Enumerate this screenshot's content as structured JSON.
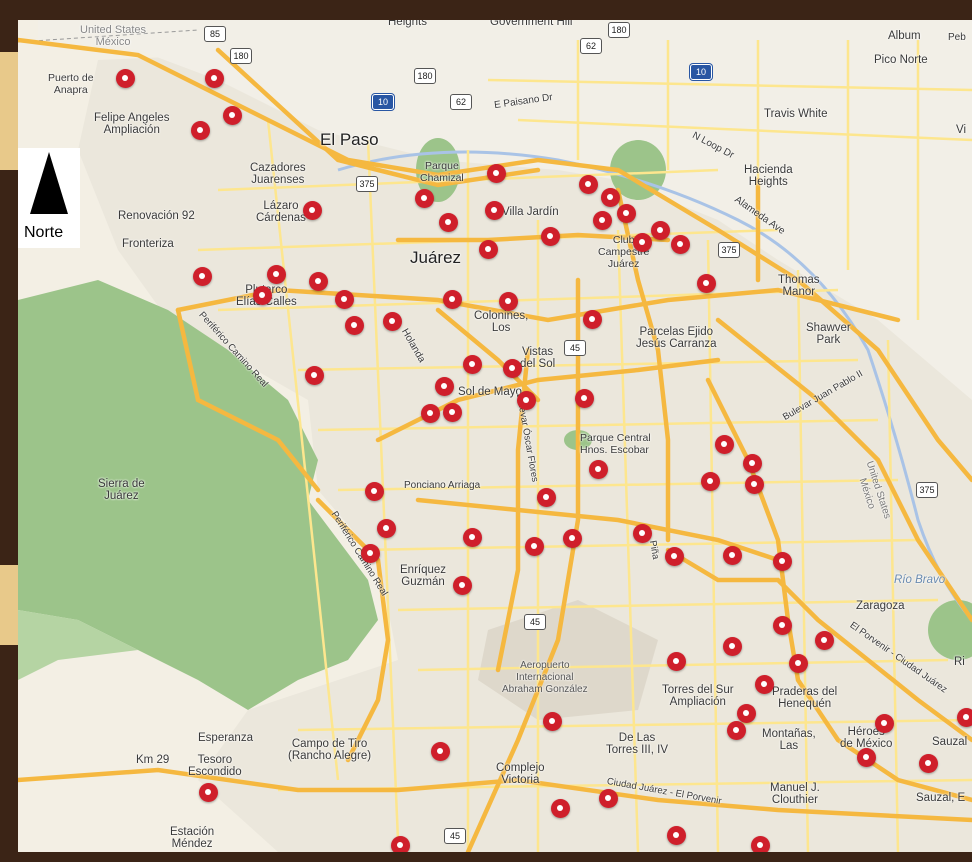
{
  "north": {
    "label": "Norte"
  },
  "colors": {
    "marker": "#cf1f2b",
    "park": "#9cc48a",
    "major_road": "#f5b840",
    "minor_road": "#fde68e",
    "frame": "#3b2416"
  },
  "places": [
    {
      "id": "usa-mex-nw",
      "text": "United States\nMéxico",
      "cls": "lbl ctr"
    },
    {
      "id": "heights",
      "text": "Heights",
      "cls": "lbl"
    },
    {
      "id": "govhill",
      "text": "Government Hill",
      "cls": "lbl"
    },
    {
      "id": "album",
      "text": "Album",
      "cls": "lbl"
    },
    {
      "id": "picon",
      "text": "Pico Norte",
      "cls": "lbl"
    },
    {
      "id": "pueanapra",
      "text": "Puerto de\nAnapra",
      "cls": "lbl ctr"
    },
    {
      "id": "felipe",
      "text": "Felipe Angeles\nAmpliación",
      "cls": "lbl ctr"
    },
    {
      "id": "elpaso",
      "text": "El Paso",
      "cls": "lbl big"
    },
    {
      "id": "chamizal",
      "text": "Parque\nChamizal",
      "cls": "lbl ctr"
    },
    {
      "id": "travis",
      "text": "Travis White",
      "cls": "lbl"
    },
    {
      "id": "hacienda",
      "text": "Hacienda\nHeights",
      "cls": "lbl ctr"
    },
    {
      "id": "cazadores",
      "text": "Cazadores\nJuarenses",
      "cls": "lbl ctr"
    },
    {
      "id": "lazaro",
      "text": "Lázaro\nCárdenas",
      "cls": "lbl ctr"
    },
    {
      "id": "renov",
      "text": "Renovación 92",
      "cls": "lbl"
    },
    {
      "id": "fronteriza",
      "text": "Fronteriza",
      "cls": "lbl"
    },
    {
      "id": "villajardin",
      "text": "Villa Jardín",
      "cls": "lbl"
    },
    {
      "id": "campestre",
      "text": "Club\nCampestre\nJuárez",
      "cls": "lbl ctr"
    },
    {
      "id": "juarez",
      "text": "Juárez",
      "cls": "lbl big"
    },
    {
      "id": "thomas",
      "text": "Thomas\nManor",
      "cls": "lbl ctr"
    },
    {
      "id": "plutarco",
      "text": "Plutarco\nElías Calles",
      "cls": "lbl ctr"
    },
    {
      "id": "colonias",
      "text": "Colonines,\nLos",
      "cls": "lbl ctr"
    },
    {
      "id": "parcelas",
      "text": "Parcelas Ejido\nJesús Carranza",
      "cls": "lbl ctr"
    },
    {
      "id": "shawver",
      "text": "Shawver\nPark",
      "cls": "lbl ctr"
    },
    {
      "id": "vistas",
      "text": "Vistas\ndel Sol",
      "cls": "lbl ctr"
    },
    {
      "id": "holanda",
      "text": "Holanda",
      "cls": "lbl"
    },
    {
      "id": "peri1",
      "text": "Periférico Camino Real",
      "cls": "lbl"
    },
    {
      "id": "soldemayo",
      "text": "Sol de Mayo",
      "cls": "lbl"
    },
    {
      "id": "parquecentral",
      "text": "Parque Central\nHnos. Escobar",
      "cls": "lbl"
    },
    {
      "id": "bolivar",
      "text": "Bulevar Juan Pablo II",
      "cls": "lbl"
    },
    {
      "id": "oscar",
      "text": "Bulevar Óscar Flores",
      "cls": "lbl"
    },
    {
      "id": "sierra",
      "text": "Sierra de\nJuárez",
      "cls": "lbl ctr"
    },
    {
      "id": "poniano",
      "text": "Ponciano Arriaga",
      "cls": "lbl"
    },
    {
      "id": "usa-mex-e",
      "text": "United States\nMéxico",
      "cls": "lbl ctr"
    },
    {
      "id": "peri2",
      "text": "Periférico Camino Real",
      "cls": "lbl"
    },
    {
      "id": "enriquez",
      "text": "Enríquez\nGuzmán",
      "cls": "lbl ctr"
    },
    {
      "id": "pina",
      "text": "Piña",
      "cls": "lbl"
    },
    {
      "id": "riobravo",
      "text": "Río Bravo",
      "cls": "lbl it"
    },
    {
      "id": "zaragoza",
      "text": "Zaragoza",
      "cls": "lbl"
    },
    {
      "id": "elporvenir",
      "text": "El Porvenir - Ciudad Juárez",
      "cls": "lbl"
    },
    {
      "id": "aeropuerto",
      "text": "Aeropuerto\nInternacional\nAbraham González",
      "cls": "lbl ctr"
    },
    {
      "id": "torres",
      "text": "Torres del Sur\nAmpliación",
      "cls": "lbl ctr"
    },
    {
      "id": "praderas",
      "text": "Praderas del\nHenequén",
      "cls": "lbl ctr"
    },
    {
      "id": "esperanza",
      "text": "Esperanza",
      "cls": "lbl"
    },
    {
      "id": "campotiro",
      "text": "Campo de Tiro\n(Rancho Alegre)",
      "cls": "lbl ctr"
    },
    {
      "id": "km29",
      "text": "Km 29",
      "cls": "lbl"
    },
    {
      "id": "tesoro",
      "text": "Tesoro\nEscondido",
      "cls": "lbl ctr"
    },
    {
      "id": "delas",
      "text": "De Las\nTorres III, IV",
      "cls": "lbl ctr"
    },
    {
      "id": "montanas",
      "text": "Montañas,\nLas",
      "cls": "lbl ctr"
    },
    {
      "id": "heroes",
      "text": "Héroes\nde México",
      "cls": "lbl ctr"
    },
    {
      "id": "sauzal1",
      "text": "Sauzal",
      "cls": "lbl"
    },
    {
      "id": "complejo",
      "text": "Complejo\nVictoria",
      "cls": "lbl ctr"
    },
    {
      "id": "cdjuarezporv",
      "text": "Ciudad Juárez - El Porvenir",
      "cls": "lbl"
    },
    {
      "id": "manuel",
      "text": "Manuel J.\nClouthier",
      "cls": "lbl ctr"
    },
    {
      "id": "sauzal2",
      "text": "Sauzal, E",
      "cls": "lbl"
    },
    {
      "id": "estacion",
      "text": "Estación\nMéndez",
      "cls": "lbl ctr"
    },
    {
      "id": "ri",
      "text": "Ri",
      "cls": "lbl"
    },
    {
      "id": "vi",
      "text": "Vi",
      "cls": "lbl"
    },
    {
      "id": "peb",
      "text": "Peb",
      "cls": "lbl"
    },
    {
      "id": "ploopdr",
      "text": "N Loop Dr",
      "cls": "lbl"
    },
    {
      "id": "alameda",
      "text": "Alameda Ave",
      "cls": "lbl"
    },
    {
      "id": "paisano",
      "text": "E Paisano Dr",
      "cls": "lbl"
    }
  ],
  "shields": [
    {
      "id": "s85",
      "text": "85",
      "us": false
    },
    {
      "id": "s180a",
      "text": "180",
      "us": false
    },
    {
      "id": "s180b",
      "text": "180",
      "us": false
    },
    {
      "id": "s180c",
      "text": "180",
      "us": false
    },
    {
      "id": "s10a",
      "text": "10",
      "us": true
    },
    {
      "id": "s10b",
      "text": "10",
      "us": true
    },
    {
      "id": "s62a",
      "text": "62",
      "us": false
    },
    {
      "id": "s62b",
      "text": "62",
      "us": false
    },
    {
      "id": "s375a",
      "text": "375",
      "us": false
    },
    {
      "id": "s375b",
      "text": "375",
      "us": false
    },
    {
      "id": "s375c",
      "text": "375",
      "us": false
    },
    {
      "id": "s45a",
      "text": "45",
      "us": false
    },
    {
      "id": "s45b",
      "text": "45",
      "us": false
    },
    {
      "id": "s45c",
      "text": "45",
      "us": false
    }
  ],
  "marker_count": 71
}
